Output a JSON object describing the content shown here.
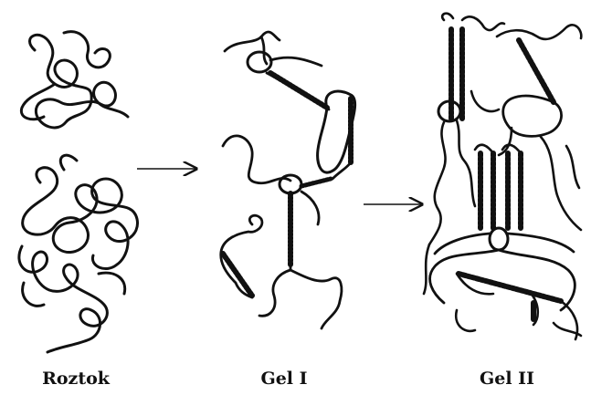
{
  "labels": {
    "solution": "Roztok",
    "gel_1": "Gel I",
    "gel_2": "Gel II"
  },
  "colors": {
    "ink": "#111111",
    "background": "#ffffff"
  }
}
